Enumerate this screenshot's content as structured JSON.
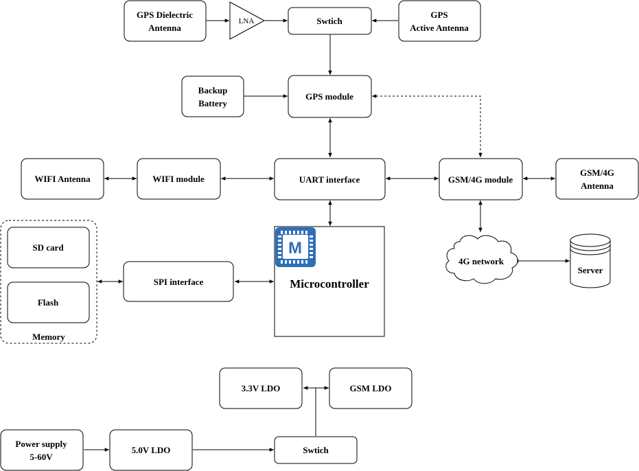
{
  "nodes": {
    "gps_dielectric_antenna": [
      "GPS Dielectric",
      "Antenna"
    ],
    "lna": "LNA",
    "switch_top": "Swtich",
    "gps_active_antenna": [
      "GPS",
      "Active Antenna"
    ],
    "backup_battery": [
      "Backup",
      "Battery"
    ],
    "gps_module": "GPS module",
    "wifi_antenna": "WIFI Antenna",
    "wifi_module": "WIFI module",
    "uart_interface": "UART interface",
    "gsm_module": "GSM/4G module",
    "gsm_antenna": [
      "GSM/4G",
      "Antenna"
    ],
    "sd_card": "SD card",
    "flash": "Flash",
    "memory": "Memory",
    "spi_interface": "SPI interface",
    "microcontroller": "Microcontroller",
    "mcu_logo": "M",
    "network_4g": "4G network",
    "server": "Server",
    "ldo_33": "3.3V LDO",
    "gsm_ldo": "GSM LDO",
    "power_supply": [
      "Power supply",
      "5-60V"
    ],
    "ldo_50": "5.0V LDO",
    "switch_bottom": "Swtich"
  },
  "colors": {
    "logo_blue": "#2f6fb7",
    "logo_dark": "#1d4f8c",
    "stroke": "#000000"
  }
}
